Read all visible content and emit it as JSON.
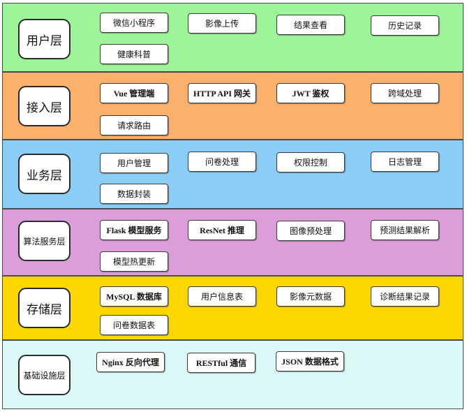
{
  "colors": {
    "user": "#9ef599",
    "access": "#fbb06c",
    "business": "#8acdf7",
    "algorithm": "#db9ed9",
    "storage": "#ffd700",
    "infra": "#dcf9f9"
  },
  "layers": [
    {
      "name": "用户层",
      "modules": [
        "微信小程序",
        "影像上传",
        "结果查看",
        "历史记录",
        "健康科普"
      ]
    },
    {
      "name": "接入层",
      "modules": [
        "Vue 管理端",
        "HTTP API 网关",
        "JWT 鉴权",
        "跨域处理",
        "请求路由"
      ]
    },
    {
      "name": "业务层",
      "modules": [
        "用户管理",
        "问卷处理",
        "权限控制",
        "日志管理",
        "数据封装"
      ]
    },
    {
      "name": "算法服务层",
      "modules": [
        "Flask 模型服务",
        "ResNet 推理",
        "图像预处理",
        "预测结果解析",
        "模型热更新"
      ]
    },
    {
      "name": "存储层",
      "modules": [
        "MySQL 数据库",
        "用户信息表",
        "影像元数据",
        "诊断结果记录",
        "问卷数据表"
      ]
    },
    {
      "name": "基础设施层",
      "modules": [
        "Nginx 反向代理",
        "RESTful 通信",
        "JSON 数据格式"
      ]
    }
  ]
}
